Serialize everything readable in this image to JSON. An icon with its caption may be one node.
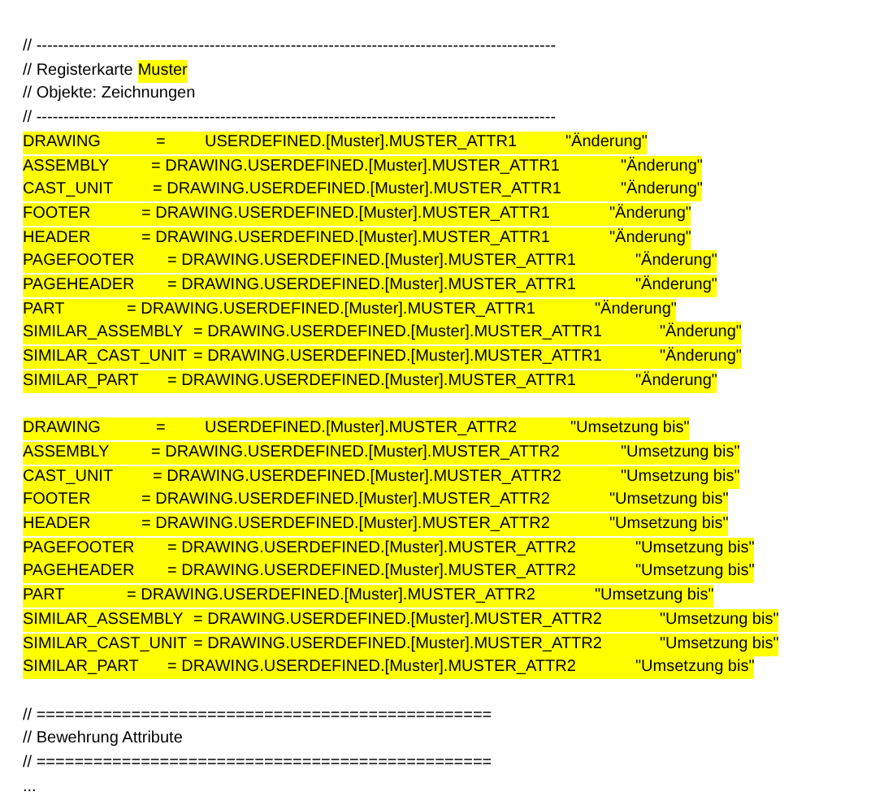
{
  "diagram": {
    "labels": [
      "// ------------------------------------------------------------------------------------------------",
      "// Registerkarte",
      "Muster",
      "// Objekte: Zeichnungen",
      "// ------------------------------------------------------------------------------------------------",
      "DRAWING",
      "=",
      "USERDEFINED.[Muster].MUSTER_ATTR1",
      "\"Änderung\"",
      "ASSEMBLY",
      "= DRAWING.USERDEFINED.[Muster].MUSTER_ATTR1",
      "\"Änderung\"",
      "CAST_UNIT",
      "= DRAWING.USERDEFINED.[Muster].MUSTER_ATTR1",
      "\"Änderung\"",
      "FOOTER",
      "= DRAWING.USERDEFINED.[Muster].MUSTER_ATTR1",
      "\"Änderung\"",
      "HEADER",
      "= DRAWING.USERDEFINED.[Muster].MUSTER_ATTR1",
      "\"Änderung\"",
      "PAGEFOOTER",
      "= DRAWING.USERDEFINED.[Muster].MUSTER_ATTR1",
      "\"Änderung\"",
      "PAGEHEADER",
      "= DRAWING.USERDEFINED.[Muster].MUSTER_ATTR1",
      "\"Änderung\"",
      "PART",
      "= DRAWING.USERDEFINED.[Muster].MUSTER_ATTR1",
      "\"Änderung\"",
      "SIMILAR_ASSEMBLY",
      "= DRAWING.USERDEFINED.[Muster].MUSTER_ATTR1",
      "\"Änderung\"",
      "SIMILAR_CAST_UNIT",
      "= DRAWING.USERDEFINED.[Muster].MUSTER_ATTR1",
      "\"Änderung\"",
      "SIMILAR_PART",
      "= DRAWING.USERDEFINED.[Muster].MUSTER_ATTR1",
      "\"Änderung\"",
      "DRAWING",
      "=",
      "USERDEFINED.[Muster].MUSTER_ATTR2",
      "\"Umsetzung bis\"",
      "ASSEMBLY",
      "= DRAWING.USERDEFINED.[Muster].MUSTER_ATTR2",
      "\"Umsetzung bis\"",
      "CAST_UNIT",
      "= DRAWING.USERDEFINED.[Muster].MUSTER_ATTR2",
      "\"Umsetzung bis\"",
      "FOOTER",
      "= DRAWING.USERDEFINED.[Muster].MUSTER_ATTR2",
      "\"Umsetzung bis\"",
      "HEADER",
      "= DRAWING.USERDEFINED.[Muster].MUSTER_ATTR2",
      "\"Umsetzung bis\"",
      "PAGEFOOTER",
      "= DRAWING.USERDEFINED.[Muster].MUSTER_ATTR2",
      "\"Umsetzung bis\"",
      "PAGEHEADER",
      "= DRAWING.USERDEFINED.[Muster].MUSTER_ATTR2",
      "\"Umsetzung bis\"",
      "PART",
      "= DRAWING.USERDEFINED.[Muster].MUSTER_ATTR2",
      "\"Umsetzung bis\"",
      "SIMILAR_ASSEMBLY",
      "= DRAWING.USERDEFINED.[Muster].MUSTER_ATTR2",
      "\"Umsetzung bis\"",
      "SIMILAR_CAST_UNIT",
      "= DRAWING.USERDEFINED.[Muster].MUSTER_ATTR2",
      "\"Umsetzung bis\"",
      "SIMILAR_PART",
      "= DRAWING.USERDEFINED.[Muster].MUSTER_ATTR2",
      "\"Umsetzung bis\"",
      "// ================================================",
      "// Bewehrung Attribute",
      "// ================================================",
      "..."
    ]
  }
}
